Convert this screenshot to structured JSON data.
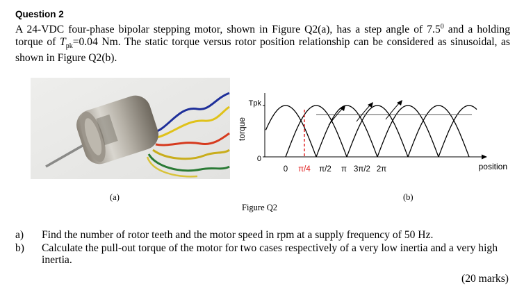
{
  "question": {
    "heading": "Question 2",
    "intro": {
      "p1": "A 24-VDC four-phase bipolar stepping motor, shown in Figure Q2(a), has a step angle of 7.5",
      "deg": "0",
      "p2": " and a holding torque of ",
      "t": "T",
      "sub": "pk",
      "p3": "=0.04 Nm. The static torque versus rotor position relationship can be considered as sinusoidal, as shown in Figure Q2(b)."
    }
  },
  "figure": {
    "caption": "Figure Q2",
    "label_a": "(a)",
    "label_b": "(b)"
  },
  "chart_data": {
    "type": "line",
    "xlabel": "position",
    "ylabel": "torque",
    "y_ticks": [
      "Tpk",
      "0"
    ],
    "x_ticks": [
      "0",
      "π/4",
      "π/2",
      "π",
      "3π/2",
      "2π"
    ],
    "highlight_tick": "π/4",
    "series_count": 7,
    "curve_color": "#000000",
    "highlight_color": "#e01b1b"
  },
  "parts": [
    {
      "letter": "a)",
      "text": "Find the number of rotor teeth and the motor speed in rpm at a supply frequency of 50 Hz."
    },
    {
      "letter": "b)",
      "text": "Calculate the pull-out torque of the motor for two cases respectively of a very low inertia and a very high inertia."
    }
  ],
  "marks": "(20 marks)"
}
